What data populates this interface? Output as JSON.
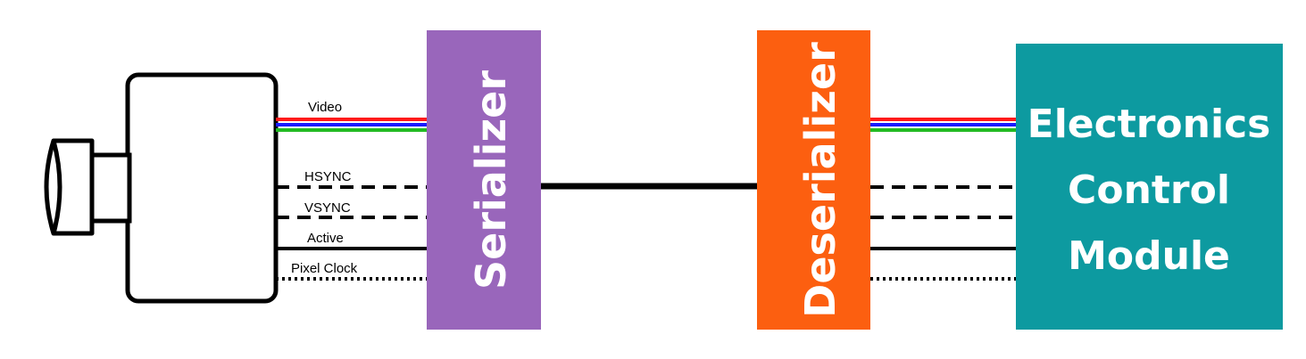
{
  "signals": [
    {
      "name": "Video",
      "style": "rgb"
    },
    {
      "name": "HSYNC",
      "style": "dashed"
    },
    {
      "name": "VSYNC",
      "style": "dashed"
    },
    {
      "name": "Active",
      "style": "solid"
    },
    {
      "name": "Pixel Clock",
      "style": "dotted"
    }
  ],
  "blocks": {
    "serializer": {
      "label": "Serializer",
      "color": "#9966bb"
    },
    "deserializer": {
      "label": "Deserializer",
      "color": "#fc5f10"
    },
    "ecm": {
      "lines": [
        "Electronics",
        "Control",
        "Module"
      ],
      "color": "#0d9aa0"
    }
  },
  "video_colors": [
    "#ff1a1a",
    "#1a1aff",
    "#22bb22"
  ]
}
